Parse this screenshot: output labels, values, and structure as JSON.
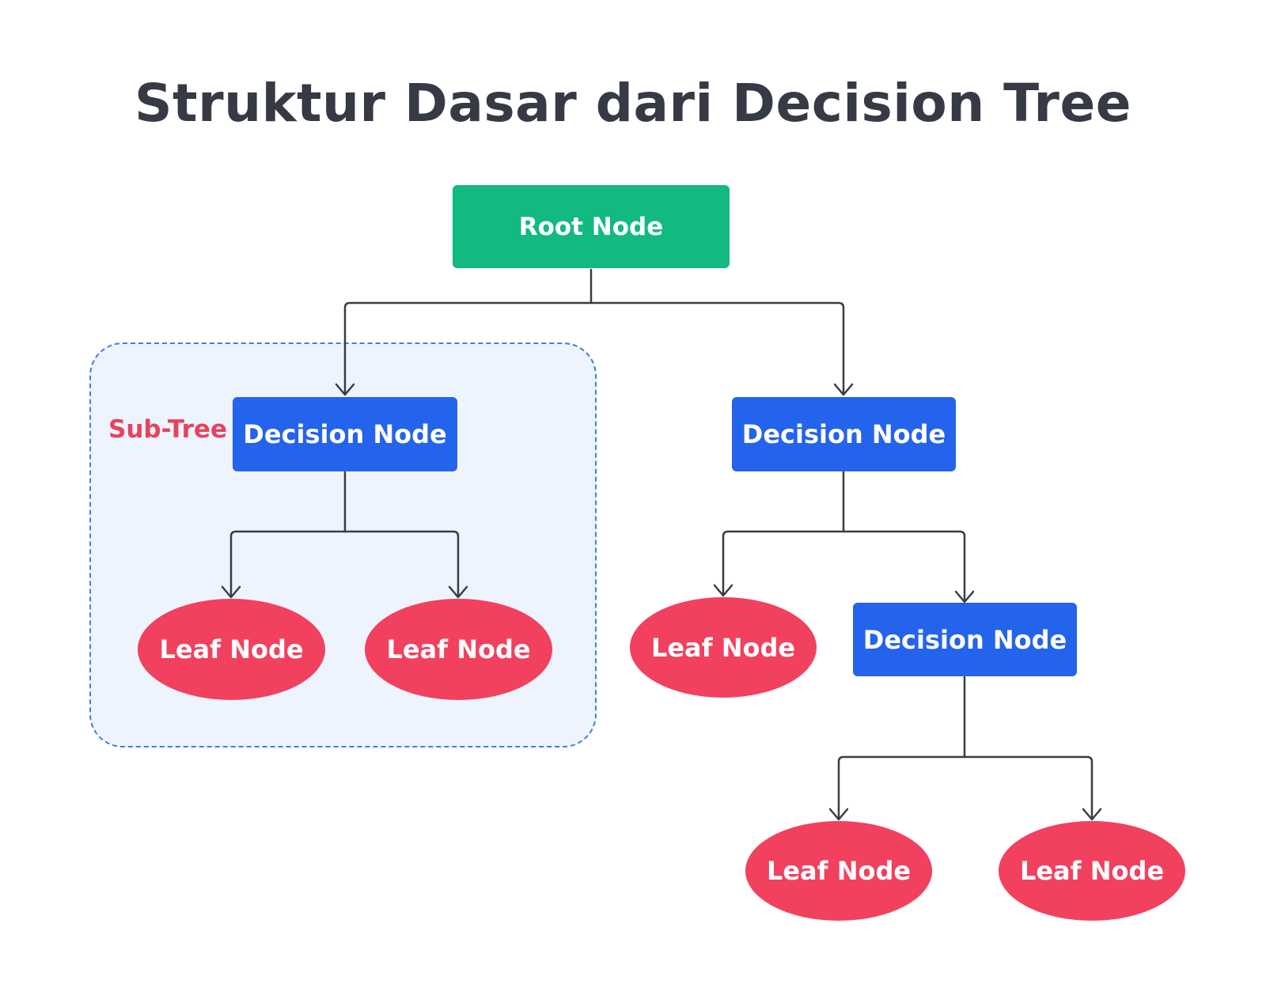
{
  "title": "Struktur Dasar dari Decision Tree",
  "subtree_label": "Sub-Tree",
  "nodes": {
    "root": "Root Node",
    "decision_left": "Decision Node",
    "decision_right": "Decision Node",
    "decision_lower": "Decision Node",
    "leaf_1": "Leaf Node",
    "leaf_2": "Leaf Node",
    "leaf_3": "Leaf Node",
    "leaf_4": "Leaf Node",
    "leaf_5": "Leaf Node"
  },
  "colors": {
    "root": "#12b981",
    "decision": "#2463eb",
    "leaf": "#f2405f",
    "subtree_border": "#3f7ee0",
    "subtree_fill": "#eef4fd",
    "subtree_label": "#e8435e",
    "title": "#353a44",
    "connector": "#3a3d42"
  },
  "edges": [
    [
      "root",
      "decision_left"
    ],
    [
      "root",
      "decision_right"
    ],
    [
      "decision_left",
      "leaf_1"
    ],
    [
      "decision_left",
      "leaf_2"
    ],
    [
      "decision_right",
      "leaf_3"
    ],
    [
      "decision_right",
      "decision_lower"
    ],
    [
      "decision_lower",
      "leaf_4"
    ],
    [
      "decision_lower",
      "leaf_5"
    ]
  ]
}
